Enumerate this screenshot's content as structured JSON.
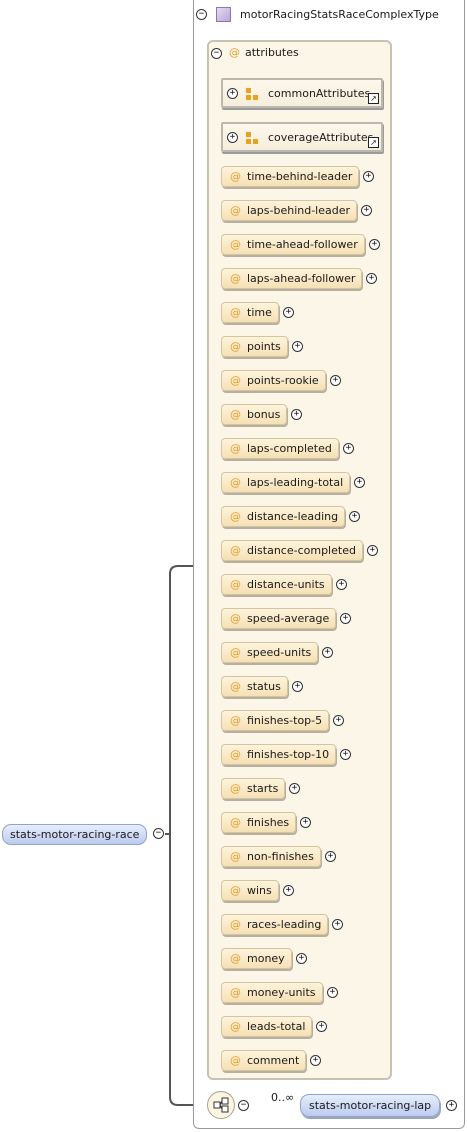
{
  "type_name": "motorRacingStatsRaceComplexType",
  "attributes_label": "attributes",
  "at_symbol": "@",
  "toggle_minus": "−",
  "toggle_plus": "+",
  "attribute_groups": [
    "commonAttributes",
    "coverageAttributes"
  ],
  "attributes": [
    "time-behind-leader",
    "laps-behind-leader",
    "time-ahead-follower",
    "laps-ahead-follower",
    "time",
    "points",
    "points-rookie",
    "bonus",
    "laps-completed",
    "laps-leading-total",
    "distance-leading",
    "distance-completed",
    "distance-units",
    "speed-average",
    "speed-units",
    "status",
    "finishes-top-5",
    "finishes-top-10",
    "starts",
    "finishes",
    "non-finishes",
    "wins",
    "races-leading",
    "money",
    "money-units",
    "leads-total",
    "comment"
  ],
  "root_element": "stats-motor-racing-race",
  "child_element": "stats-motor-racing-lap",
  "child_occurrence": "0..∞",
  "colors": {
    "attribute_fill": "#f6e1b5",
    "element_fill": "#bccbee",
    "panel_fill": "#fcf6e8",
    "at_symbol": "#e0a030"
  }
}
